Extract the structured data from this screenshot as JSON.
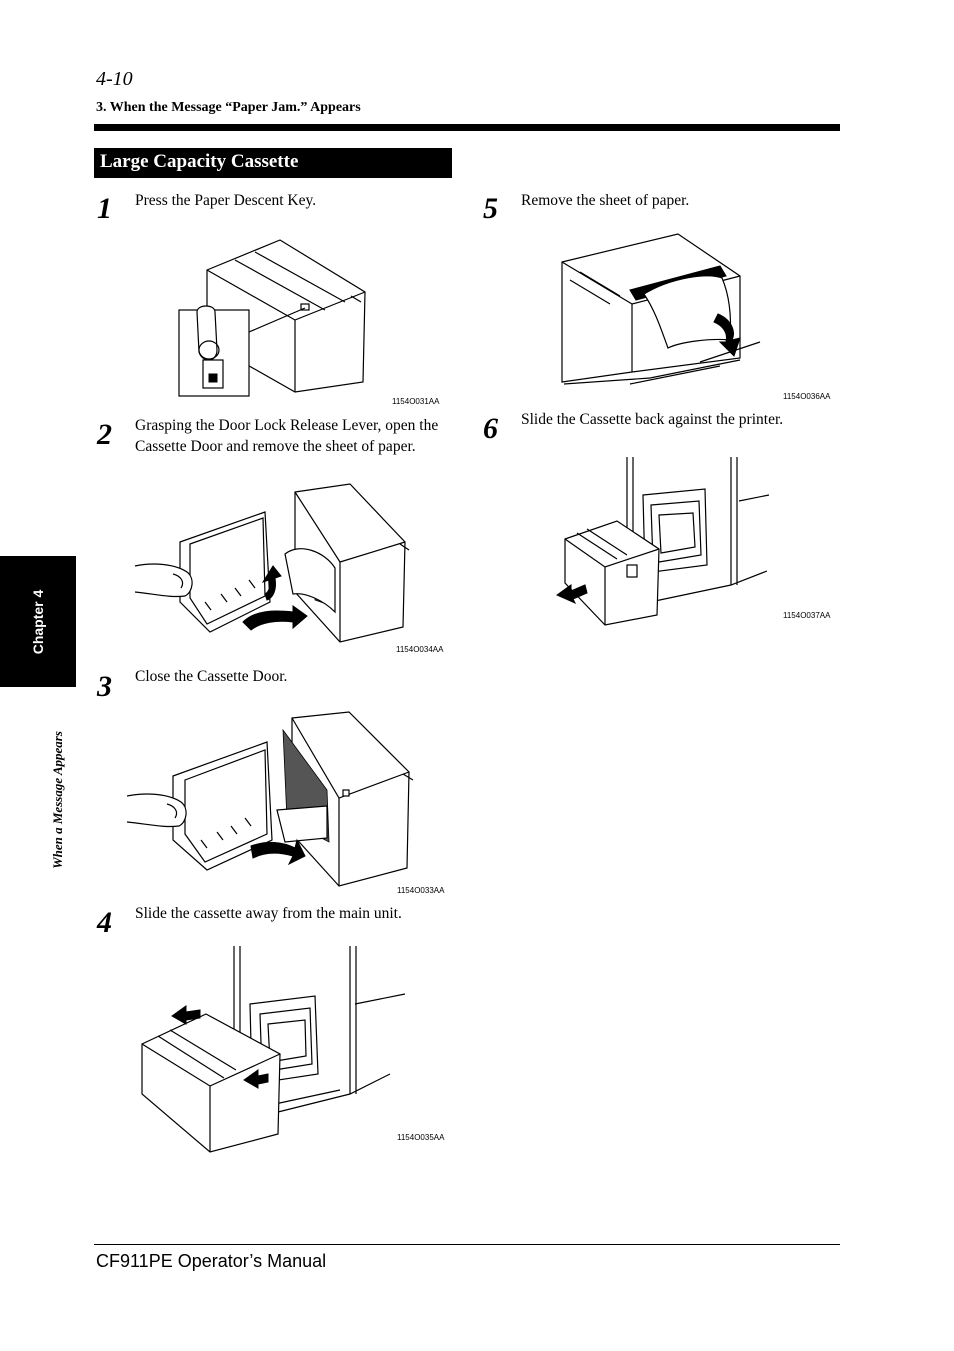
{
  "header": {
    "page_number": "4-10",
    "section_title": "3. When the Message “Paper Jam.” Appears"
  },
  "heading": "Large Capacity Cassette",
  "side_tab": {
    "chapter": "Chapter 4",
    "label": "When a Message Appears"
  },
  "steps": [
    {
      "number": "1",
      "text": "Press the Paper Descent Key.",
      "figure_code": "1154O031AA"
    },
    {
      "number": "2",
      "text": "Grasping the Door Lock Release Lever, open the Cassette Door and remove the sheet of paper.",
      "figure_code": "1154O034AA"
    },
    {
      "number": "3",
      "text": "Close the Cassette Door.",
      "figure_code": "1154O033AA"
    },
    {
      "number": "4",
      "text": "Slide the cassette away from the main unit.",
      "figure_code": "1154O035AA"
    },
    {
      "number": "5",
      "text": "Remove the sheet of paper.",
      "figure_code": "1154O036AA"
    },
    {
      "number": "6",
      "text": "Slide the Cassette back against the printer.",
      "figure_code": "1154O037AA"
    }
  ],
  "footer": {
    "manual_title": "CF911PE Operator’s Manual"
  }
}
